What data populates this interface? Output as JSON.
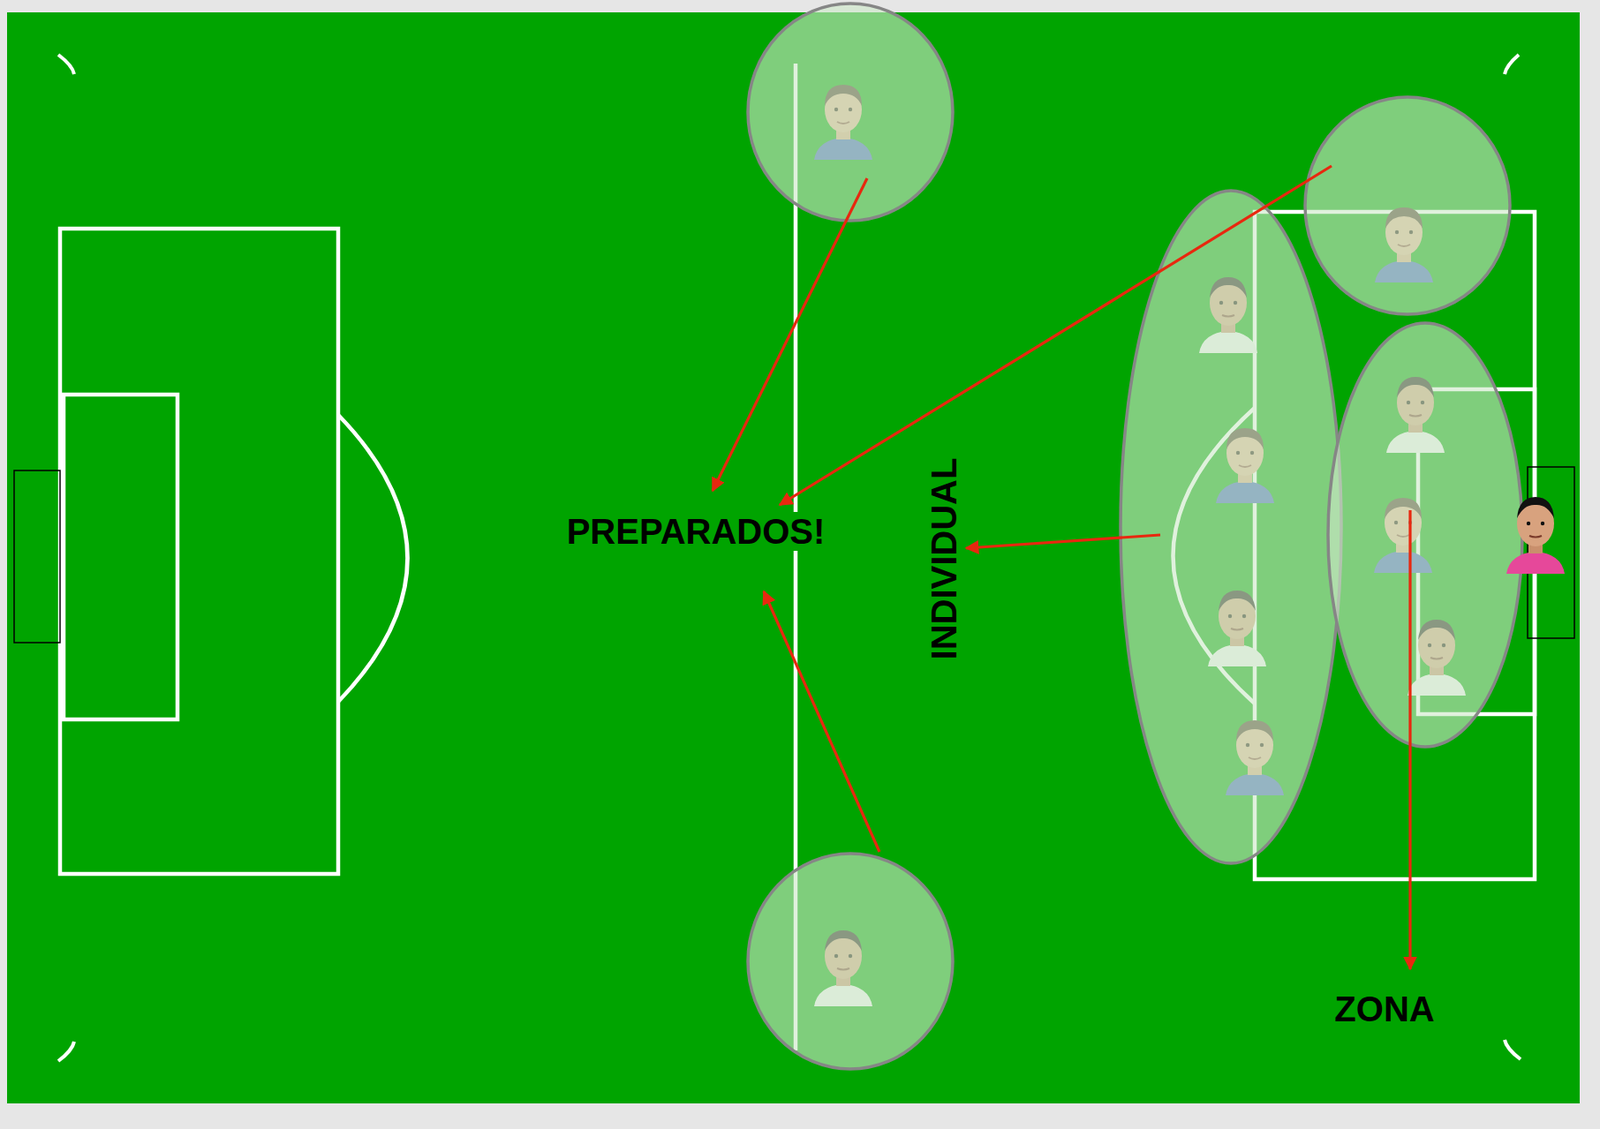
{
  "diagram": {
    "labels": [
      "PREPARADOS!",
      "INDIVIDUAL",
      "ZONA"
    ]
  }
}
